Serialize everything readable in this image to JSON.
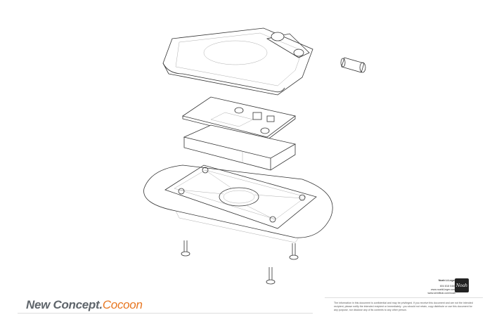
{
  "title": {
    "prefix": "New Concept.",
    "accent": "Cocoon",
    "accent_color": "#e87722",
    "prefix_color": "#5f656b"
  },
  "contact": {
    "name": "Noah Li-Leger",
    "phone": "604 818 0460",
    "web1": "www.noahli-leger.com",
    "web2": "www.semifinal.com/noah",
    "logo_text": "Noah"
  },
  "legal": "The information in this document is confidential and may be privileged. If you receive this document and are not the intended recipient, please notify the intended recipient or immediately - you should not retain, copy distribute or use this document for any purpose, nor disclose any of its contents to any other person.",
  "drawing": {
    "parts": [
      "top-cover",
      "hinge-pin",
      "circuit-board",
      "battery",
      "base-plate",
      "screw",
      "screw",
      "screw"
    ]
  }
}
